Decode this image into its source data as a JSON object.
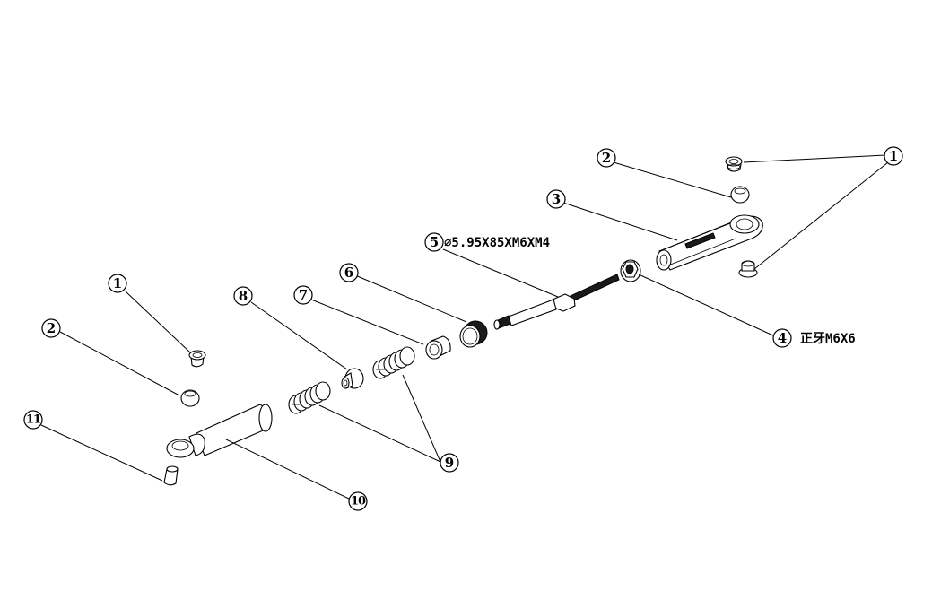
{
  "drawing": {
    "type": "exploded-view assembly",
    "background_color": "#ffffff",
    "line_color": "#000000"
  },
  "balloons": [
    {
      "id": "b1-right",
      "label": "1",
      "part": "ball-cup-bushing"
    },
    {
      "id": "b2-right",
      "label": "2",
      "part": "ball"
    },
    {
      "id": "b3",
      "label": "3",
      "part": "rod-end"
    },
    {
      "id": "b4",
      "label": "4",
      "part": "flange-nut"
    },
    {
      "id": "b5",
      "label": "5",
      "part": "threaded-shaft"
    },
    {
      "id": "b6",
      "label": "6",
      "part": "threaded-cap"
    },
    {
      "id": "b7",
      "label": "7",
      "part": "spacer-bushing"
    },
    {
      "id": "b8",
      "label": "8",
      "part": "spring-seat"
    },
    {
      "id": "b9",
      "label": "9",
      "part": "springs"
    },
    {
      "id": "b10",
      "label": "10",
      "part": "body-tube"
    },
    {
      "id": "b11",
      "label": "11",
      "part": "tapered-insert"
    },
    {
      "id": "b1-left",
      "label": "1",
      "part": "ball-cup-bushing"
    },
    {
      "id": "b2-left",
      "label": "2",
      "part": "ball"
    }
  ],
  "annotations": {
    "shaft_spec": "⌀5.95X85XM6XM4",
    "nut_spec": "正牙M6X6"
  }
}
